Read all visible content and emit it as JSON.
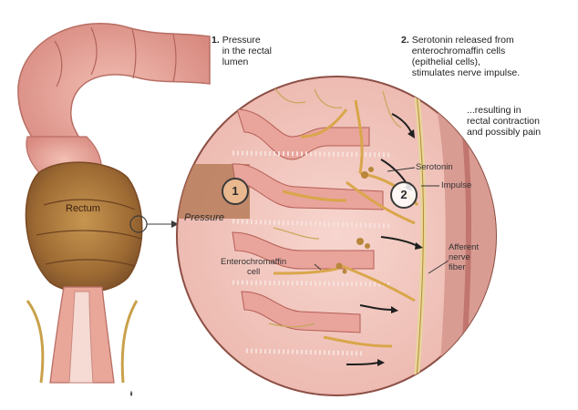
{
  "labels": {
    "step1": {
      "number": "1.",
      "text": "Pressure\nin the rectal\nlumen"
    },
    "step2": {
      "number": "2.",
      "text": "Serotonin released from\nenterochromaffin cells\n(epithelial cells),\nstimulates nerve impulse."
    },
    "result": "...resulting in\nrectal contraction\nand possibly pain",
    "rectum": "Rectum",
    "pressure": "Pressure",
    "serotonin": "Serotonin",
    "impulse": "Impulse",
    "enterochromaffin": "Enterochromaffin\ncell",
    "afferent": "Afferent\nnerve\nfiber",
    "marker1": "1",
    "marker2": "2"
  },
  "colors": {
    "colon_outer": "#e8a79a",
    "colon_inner": "#c9706a",
    "rectum_brown": "#a8773a",
    "magnified_bg": "#f3c9c1",
    "epithelium": "#e8a19a",
    "nerve_gold": "#d9a64a",
    "outline": "#6b3b33"
  }
}
